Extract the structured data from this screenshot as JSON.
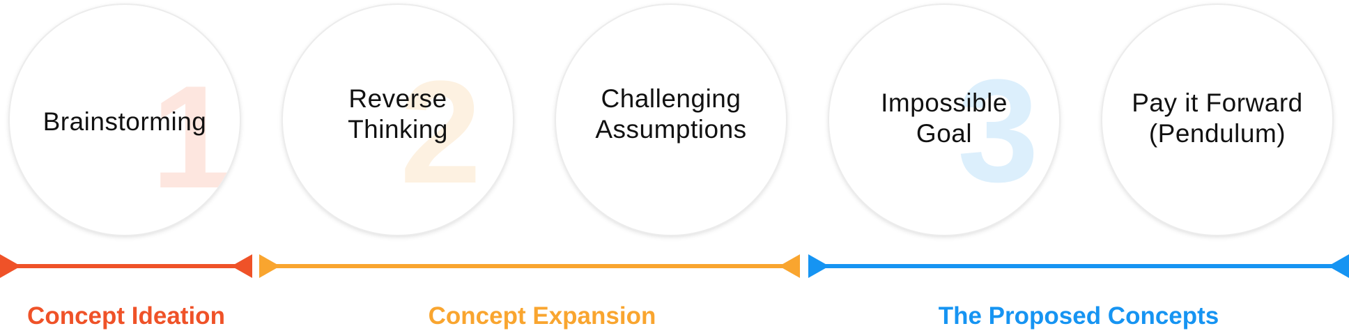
{
  "colors": {
    "ideation": "#ef5228",
    "expansion": "#f9a52f",
    "proposed": "#1694f2",
    "num1": "#fde6df",
    "num2": "#fdf1e1",
    "num3": "#dceffc"
  },
  "circles": [
    {
      "label": "Brainstorming"
    },
    {
      "label": "Reverse\nThinking"
    },
    {
      "label": "Challenging\nAssumptions"
    },
    {
      "label": "Impossible\nGoal"
    },
    {
      "label": "Pay it Forward\n(Pendulum)"
    }
  ],
  "numbers": [
    "1",
    "2",
    "3"
  ],
  "stages": [
    {
      "label": "Concept Ideation"
    },
    {
      "label": "Concept Expansion"
    },
    {
      "label": "The Proposed Concepts"
    }
  ]
}
